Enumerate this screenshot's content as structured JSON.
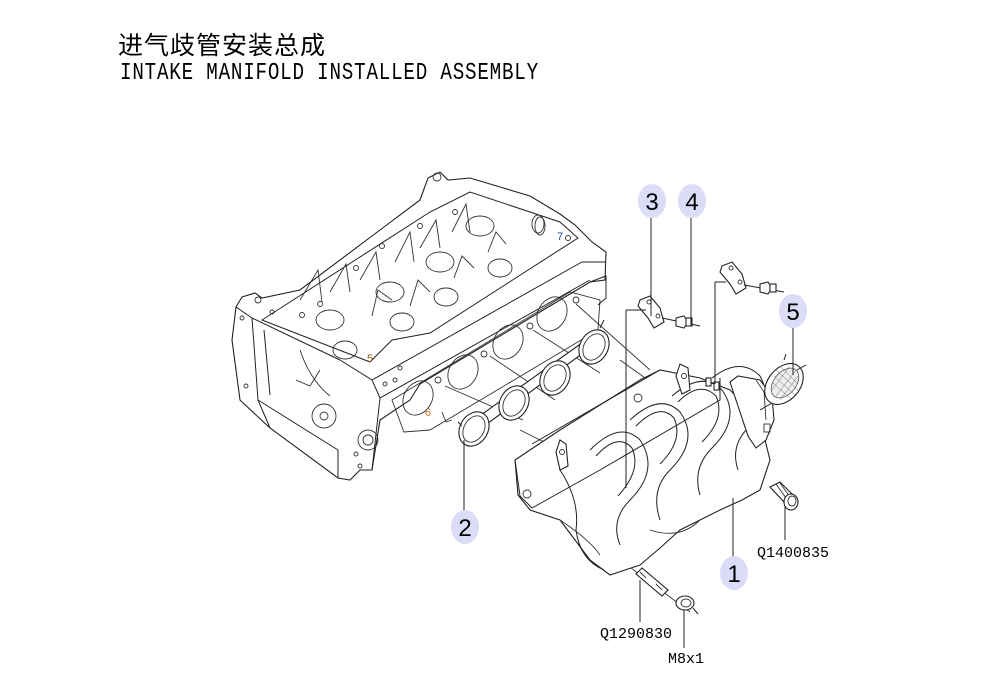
{
  "title": {
    "chinese": "进气歧管安装总成",
    "english": "INTAKE MANIFOLD INSTALLED ASSEMBLY"
  },
  "callouts": [
    {
      "id": "1",
      "label": "1",
      "part": "intake-manifold"
    },
    {
      "id": "2",
      "label": "2",
      "part": "intake-manifold-gasket"
    },
    {
      "id": "3",
      "label": "3",
      "part": "bracket"
    },
    {
      "id": "4",
      "label": "4",
      "part": "bracket-bolt"
    },
    {
      "id": "5",
      "label": "5",
      "part": "throttle-gasket-screen"
    }
  ],
  "part_numbers": [
    {
      "label": "Q1400835",
      "part": "flange-bolt"
    },
    {
      "label": "Q1290830",
      "part": "stud"
    },
    {
      "label": "M8x1",
      "part": "nut"
    }
  ],
  "cylinder_head_marks": [
    "5",
    "6",
    "7"
  ],
  "colors": {
    "callout_fill": "#dcdcf8",
    "line": "#222222",
    "mark_5": "#8a5a1a",
    "mark_6": "#c07020",
    "mark_7": "#1a4ab0"
  }
}
